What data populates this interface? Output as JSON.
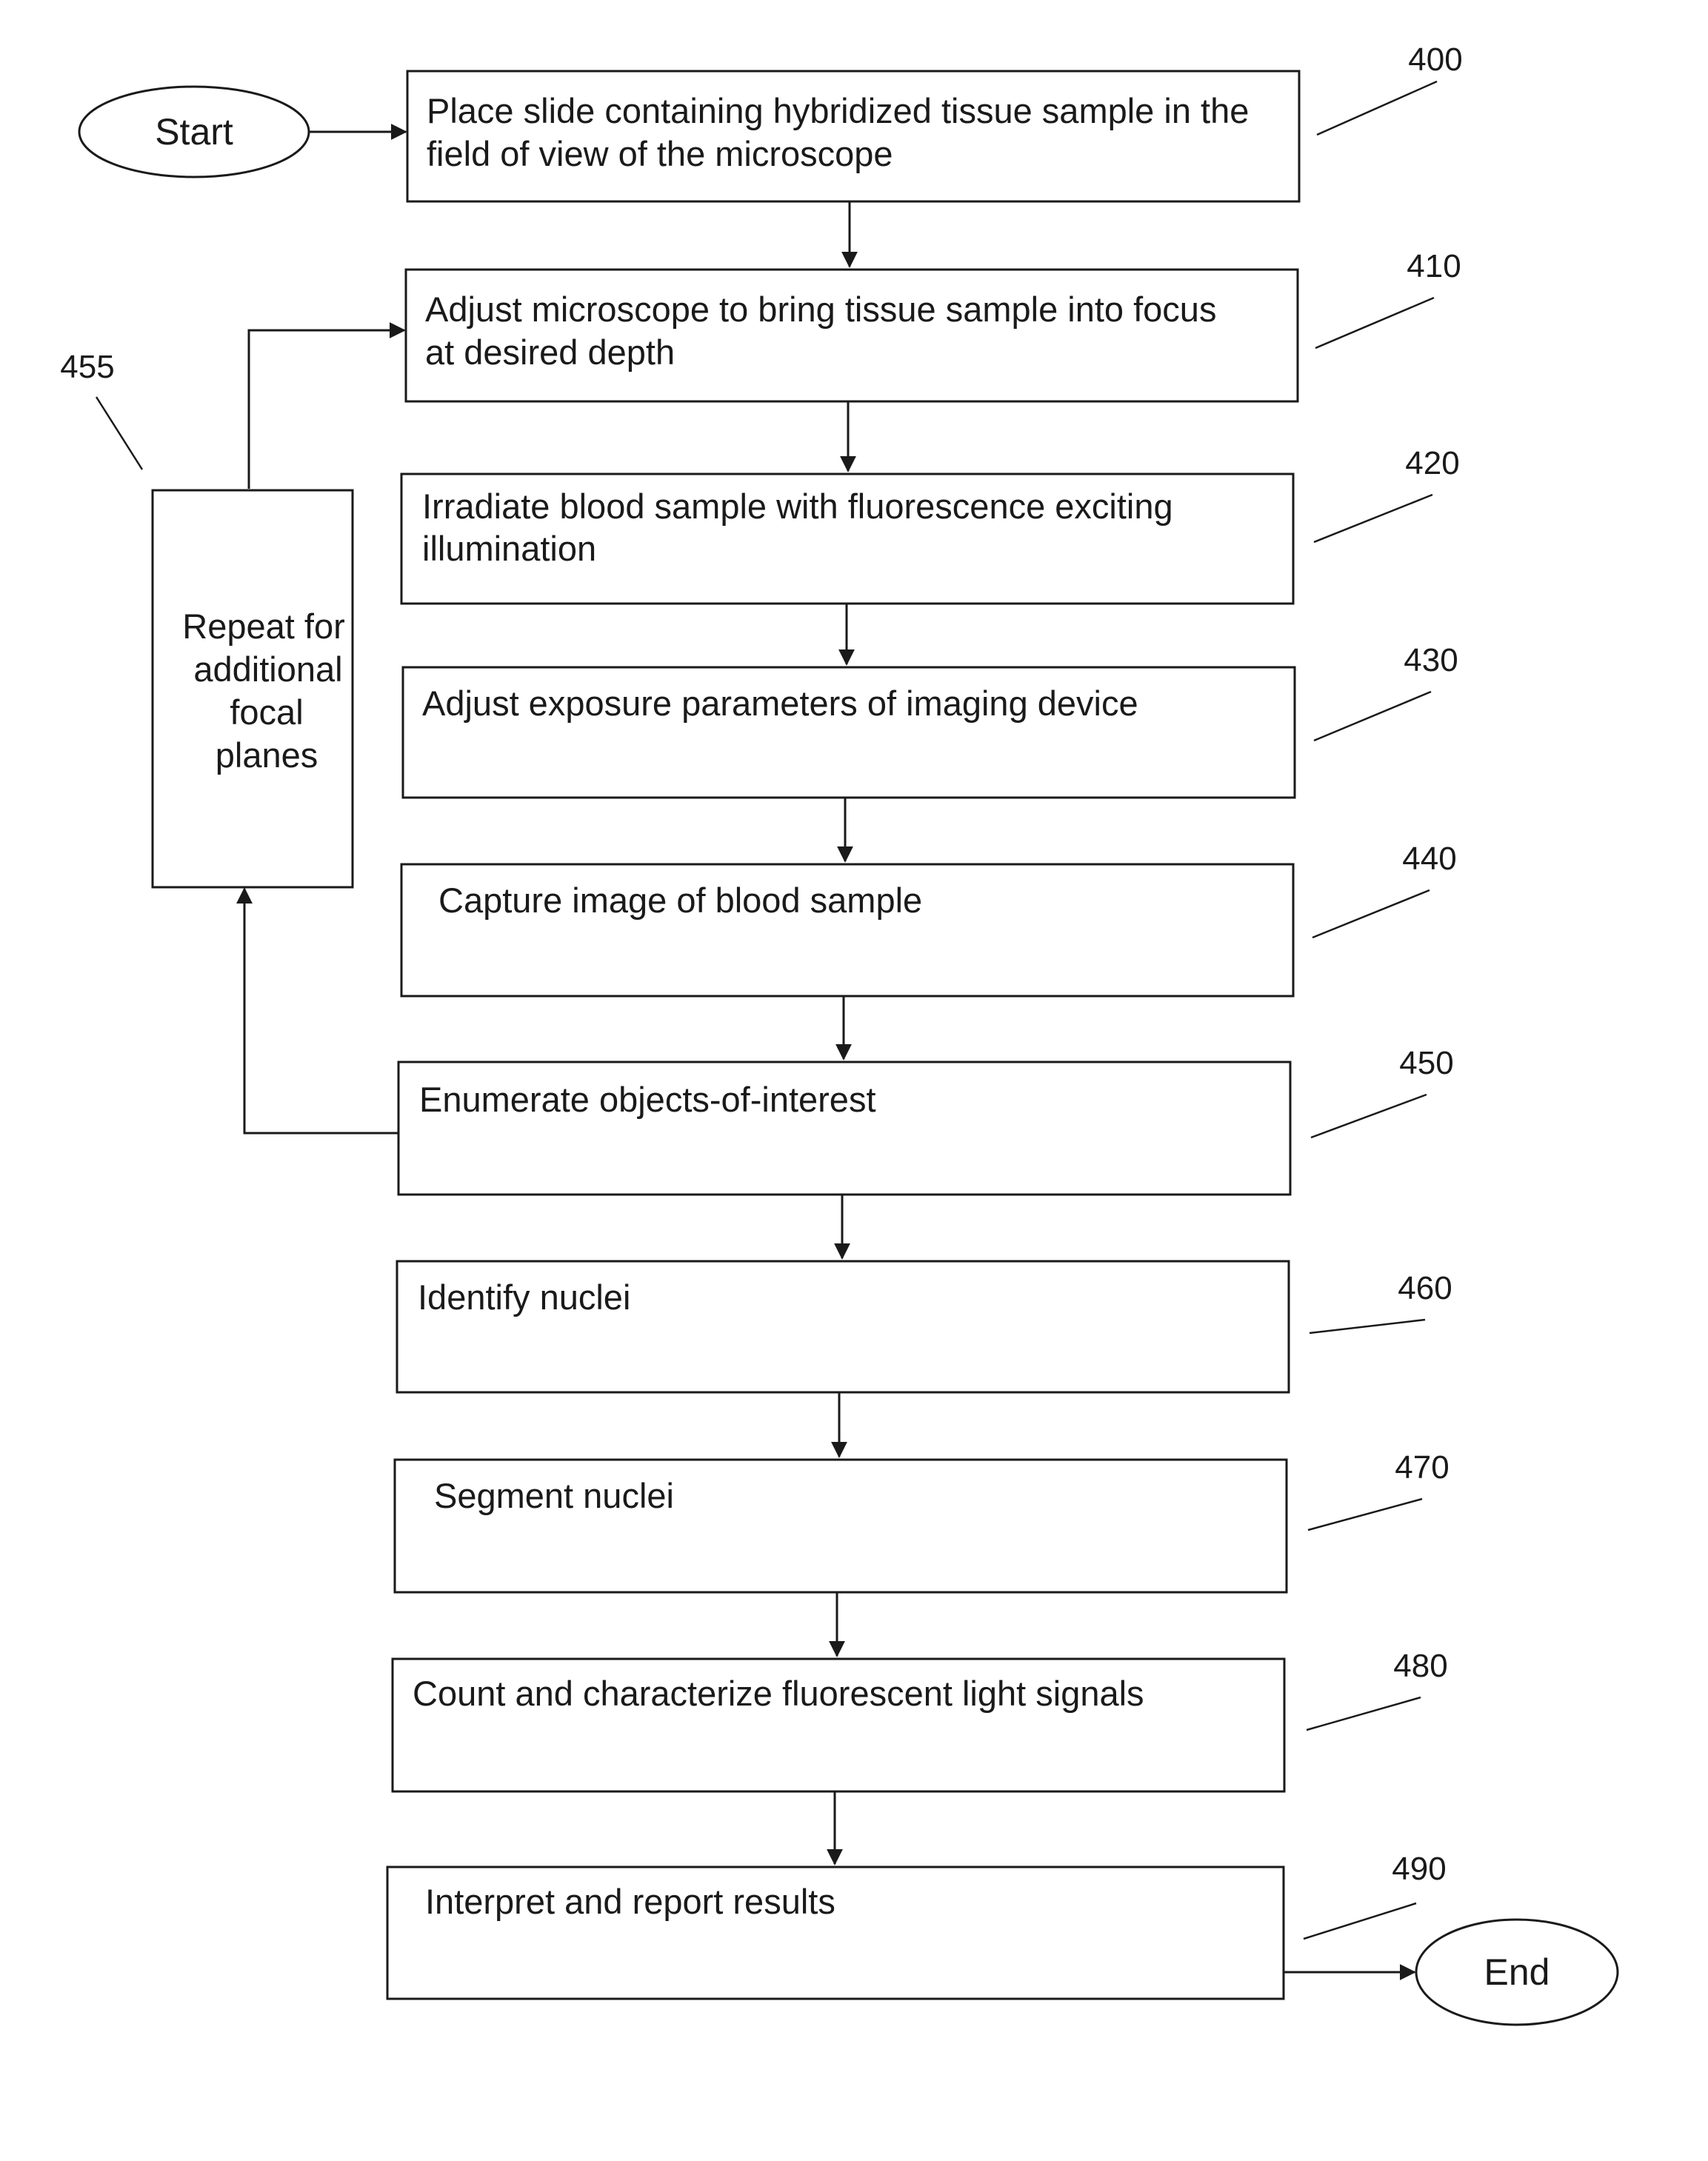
{
  "diagram": {
    "start": {
      "label": "Start"
    },
    "end": {
      "label": "End"
    },
    "steps": [
      {
        "ref": "400",
        "lines": [
          "Place slide containing hybridized tissue sample in the",
          "field of view of the microscope"
        ]
      },
      {
        "ref": "410",
        "lines": [
          "Adjust microscope to bring tissue sample into focus",
          "at desired depth"
        ]
      },
      {
        "ref": "420",
        "lines": [
          "Irradiate blood sample with fluorescence exciting",
          "illumination"
        ]
      },
      {
        "ref": "430",
        "lines": [
          "Adjust exposure parameters of imaging device"
        ]
      },
      {
        "ref": "440",
        "lines": [
          "Capture image of blood sample"
        ]
      },
      {
        "ref": "450",
        "lines": [
          "Enumerate objects-of-interest"
        ]
      },
      {
        "ref": "460",
        "lines": [
          "Identify nuclei"
        ]
      },
      {
        "ref": "470",
        "lines": [
          "Segment nuclei"
        ]
      },
      {
        "ref": "480",
        "lines": [
          "Count and characterize fluorescent light signals"
        ]
      },
      {
        "ref": "490",
        "lines": [
          "Interpret and report results"
        ]
      }
    ],
    "loop": {
      "ref": "455",
      "lines": [
        "Repeat for",
        "additional",
        "focal",
        "planes"
      ]
    }
  }
}
